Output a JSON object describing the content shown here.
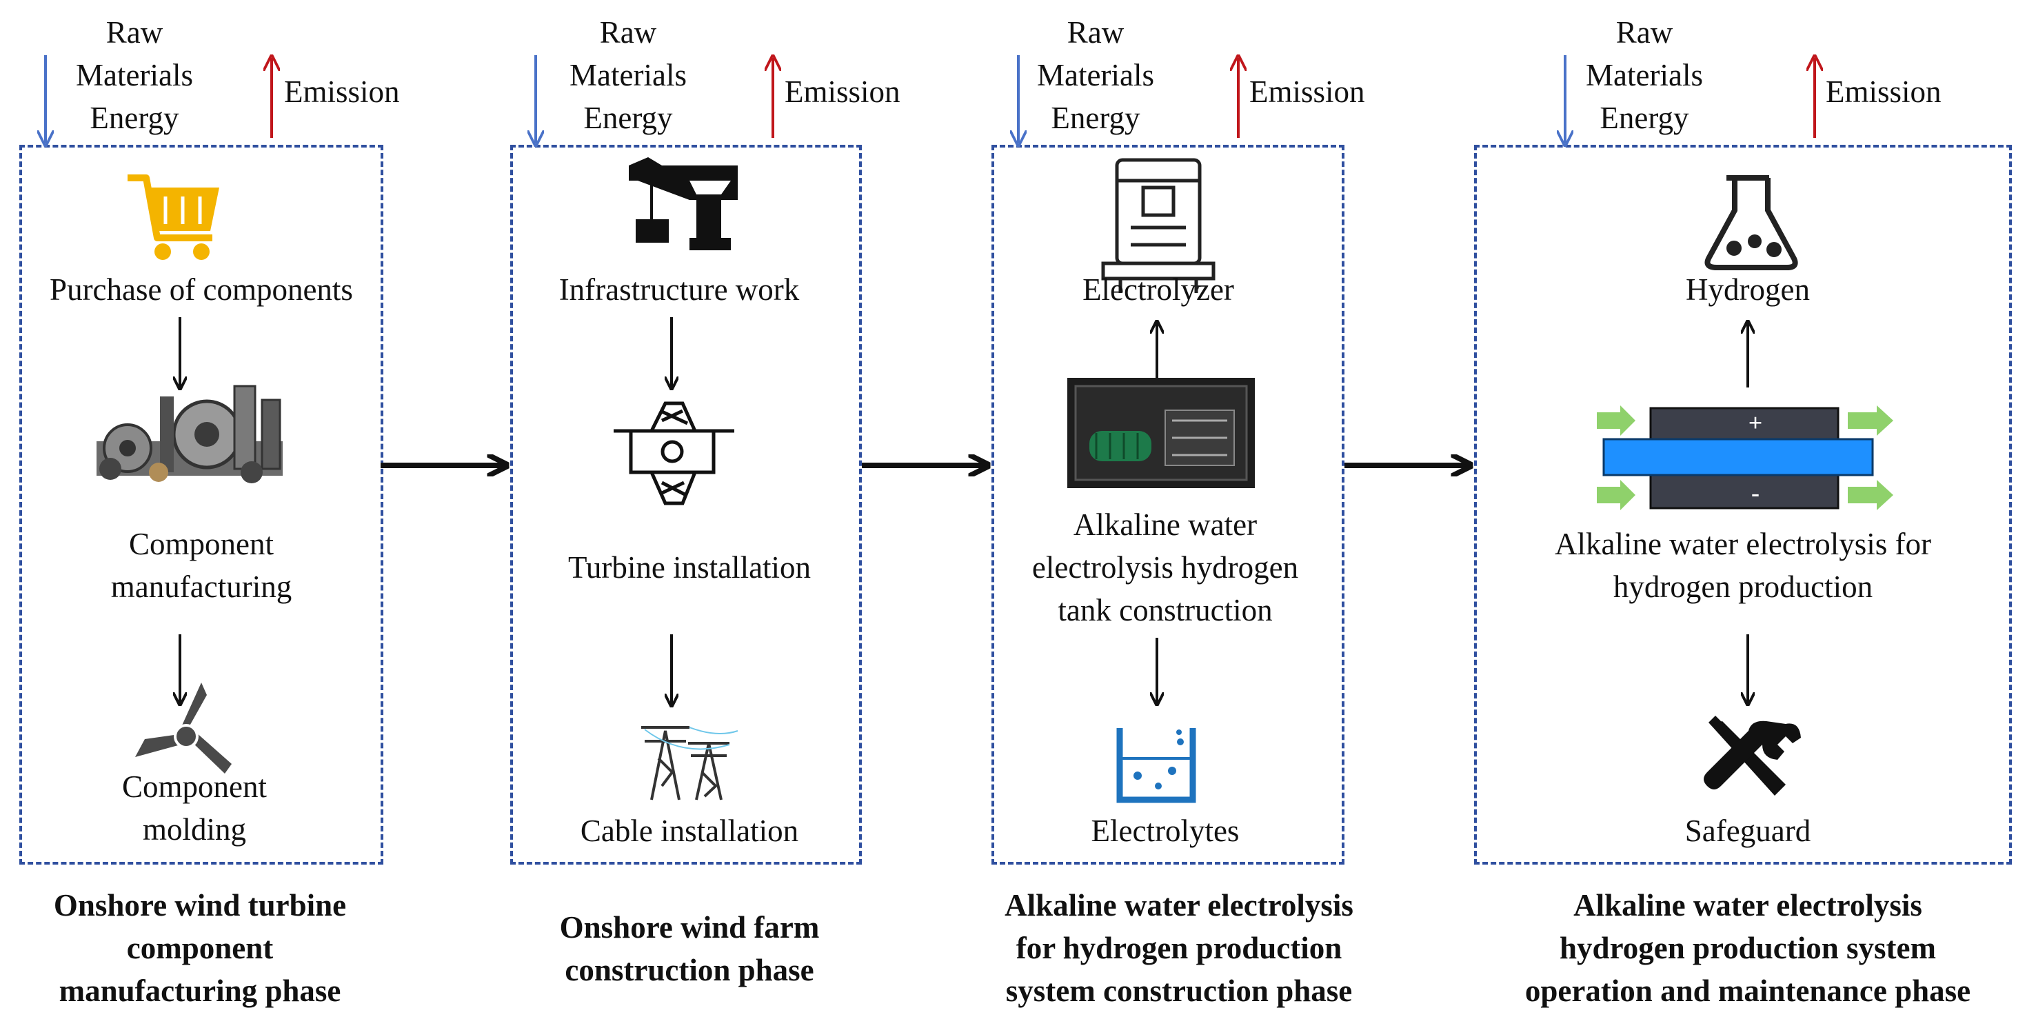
{
  "io": {
    "raw_materials": [
      "Raw",
      "Materials",
      "Energy"
    ],
    "emission": "Emission"
  },
  "phases": [
    {
      "caption": [
        "Onshore wind turbine",
        "component",
        "manufacturing phase"
      ],
      "steps": [
        {
          "label": [
            "Purchase of components"
          ],
          "icon": "shopping-cart-icon"
        },
        {
          "label": [
            "Component",
            "manufacturing"
          ],
          "icon": "machine-parts-icon"
        },
        {
          "label": [
            "Component",
            "molding"
          ],
          "icon": "turbine-blade-icon"
        }
      ]
    },
    {
      "caption": [
        "Onshore wind farm",
        "construction phase"
      ],
      "steps": [
        {
          "label": [
            "Infrastructure work"
          ],
          "icon": "crane-icon"
        },
        {
          "label": [
            "Turbine installation"
          ],
          "icon": "turbine-hub-icon"
        },
        {
          "label": [
            "Cable installation"
          ],
          "icon": "power-pylon-icon"
        }
      ]
    },
    {
      "caption": [
        "Alkaline water electrolysis",
        "for hydrogen production",
        "system construction phase"
      ],
      "steps": [
        {
          "label": [
            "Electrolyzer"
          ],
          "icon": "electrolyzer-icon"
        },
        {
          "label": [
            "Alkaline water",
            "electrolysis hydrogen",
            "tank construction"
          ],
          "icon": "container-plant-icon"
        },
        {
          "label": [
            "Electrolytes"
          ],
          "icon": "beaker-icon"
        }
      ]
    },
    {
      "caption": [
        "Alkaline water electrolysis",
        "hydrogen production system",
        "operation and maintenance phase"
      ],
      "steps": [
        {
          "label": [
            "Hydrogen"
          ],
          "icon": "flask-icon"
        },
        {
          "label": [
            "Alkaline water electrolysis for",
            "hydrogen production"
          ],
          "icon": "electrolysis-cell-icon"
        },
        {
          "label": [
            "Safeguard"
          ],
          "icon": "tools-icon"
        }
      ]
    }
  ],
  "colors": {
    "box_border": "#2f4f9f",
    "input_arrow": "#4a72c8",
    "emission_arrow": "#c0161b",
    "cart": "#f4b400",
    "beaker": "#1e73be",
    "cell_band": "#1e90ff",
    "flow_arrow_green": "#8fd16b"
  },
  "cell_signs": {
    "top": "+",
    "bottom": "-"
  }
}
